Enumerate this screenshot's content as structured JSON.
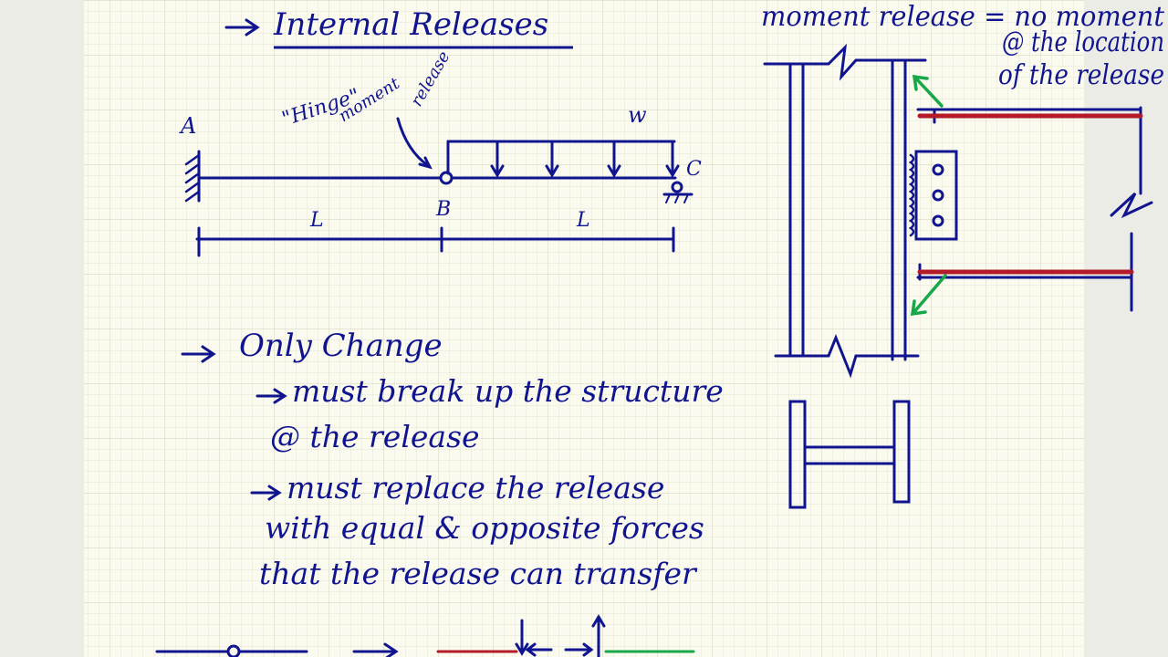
{
  "page": {
    "title": "Internal Releases",
    "colors": {
      "paper": "#fbfaee",
      "grid": "#d7dac6",
      "ink": "#10158f",
      "flange_red": "#b31b2b",
      "arrow_green": "#17a84a"
    }
  },
  "beam_diagram": {
    "hinge_label": "\"Hinge\"",
    "moment_label": "moment",
    "release_label": "release",
    "load_label": "w",
    "support_a_label": "A",
    "hinge_b_label": "B",
    "support_c_label": "C",
    "span_ab_label": "L",
    "span_bc_label": "L"
  },
  "notes": {
    "line1": "Only Change",
    "line2": "must break up the structure",
    "line3": "@ the release",
    "line4": "must replace the release",
    "line5": "with equal & opposite forces",
    "line6": "that the release can transfer"
  },
  "connection": {
    "heading_line1": "moment release = no moment",
    "heading_line2": "@ the location",
    "heading_line3": "of the release"
  }
}
